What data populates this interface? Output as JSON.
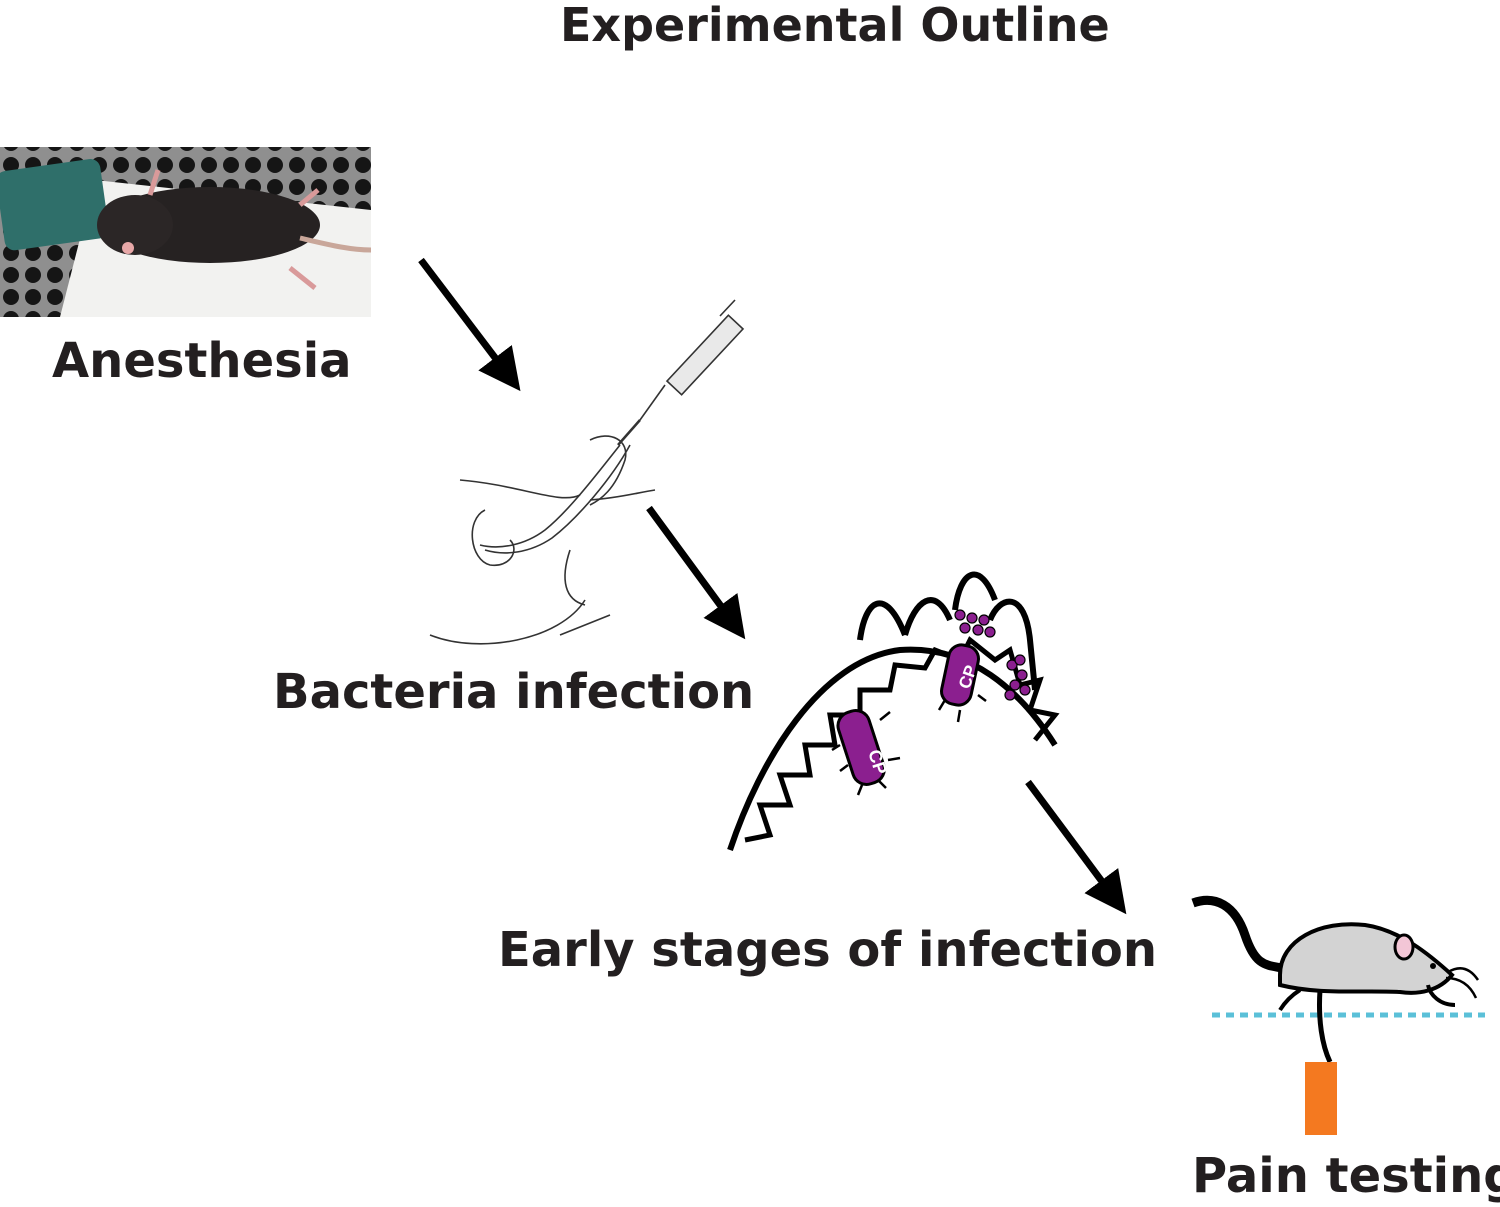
{
  "title": "Experimental Outline",
  "steps": [
    {
      "id": "anesthesia",
      "label": "Anesthesia"
    },
    {
      "id": "bacteria",
      "label": "Bacteria infection"
    },
    {
      "id": "early",
      "label": "Early stages of infection"
    },
    {
      "id": "pain",
      "label": "Pain testing"
    }
  ],
  "bacteria_mark": "CP",
  "colors": {
    "text": "#231f20",
    "bacteria": "#8b1f8f",
    "filament": "#f47920",
    "mesh_line": "#5bc0d8",
    "mouse_body": "#d3d3d3"
  },
  "icons": [
    "mouse-photo",
    "syringe-catheter-icon",
    "bladder-bacteria-icon",
    "von-frey-mouse-icon",
    "arrow-icon"
  ]
}
